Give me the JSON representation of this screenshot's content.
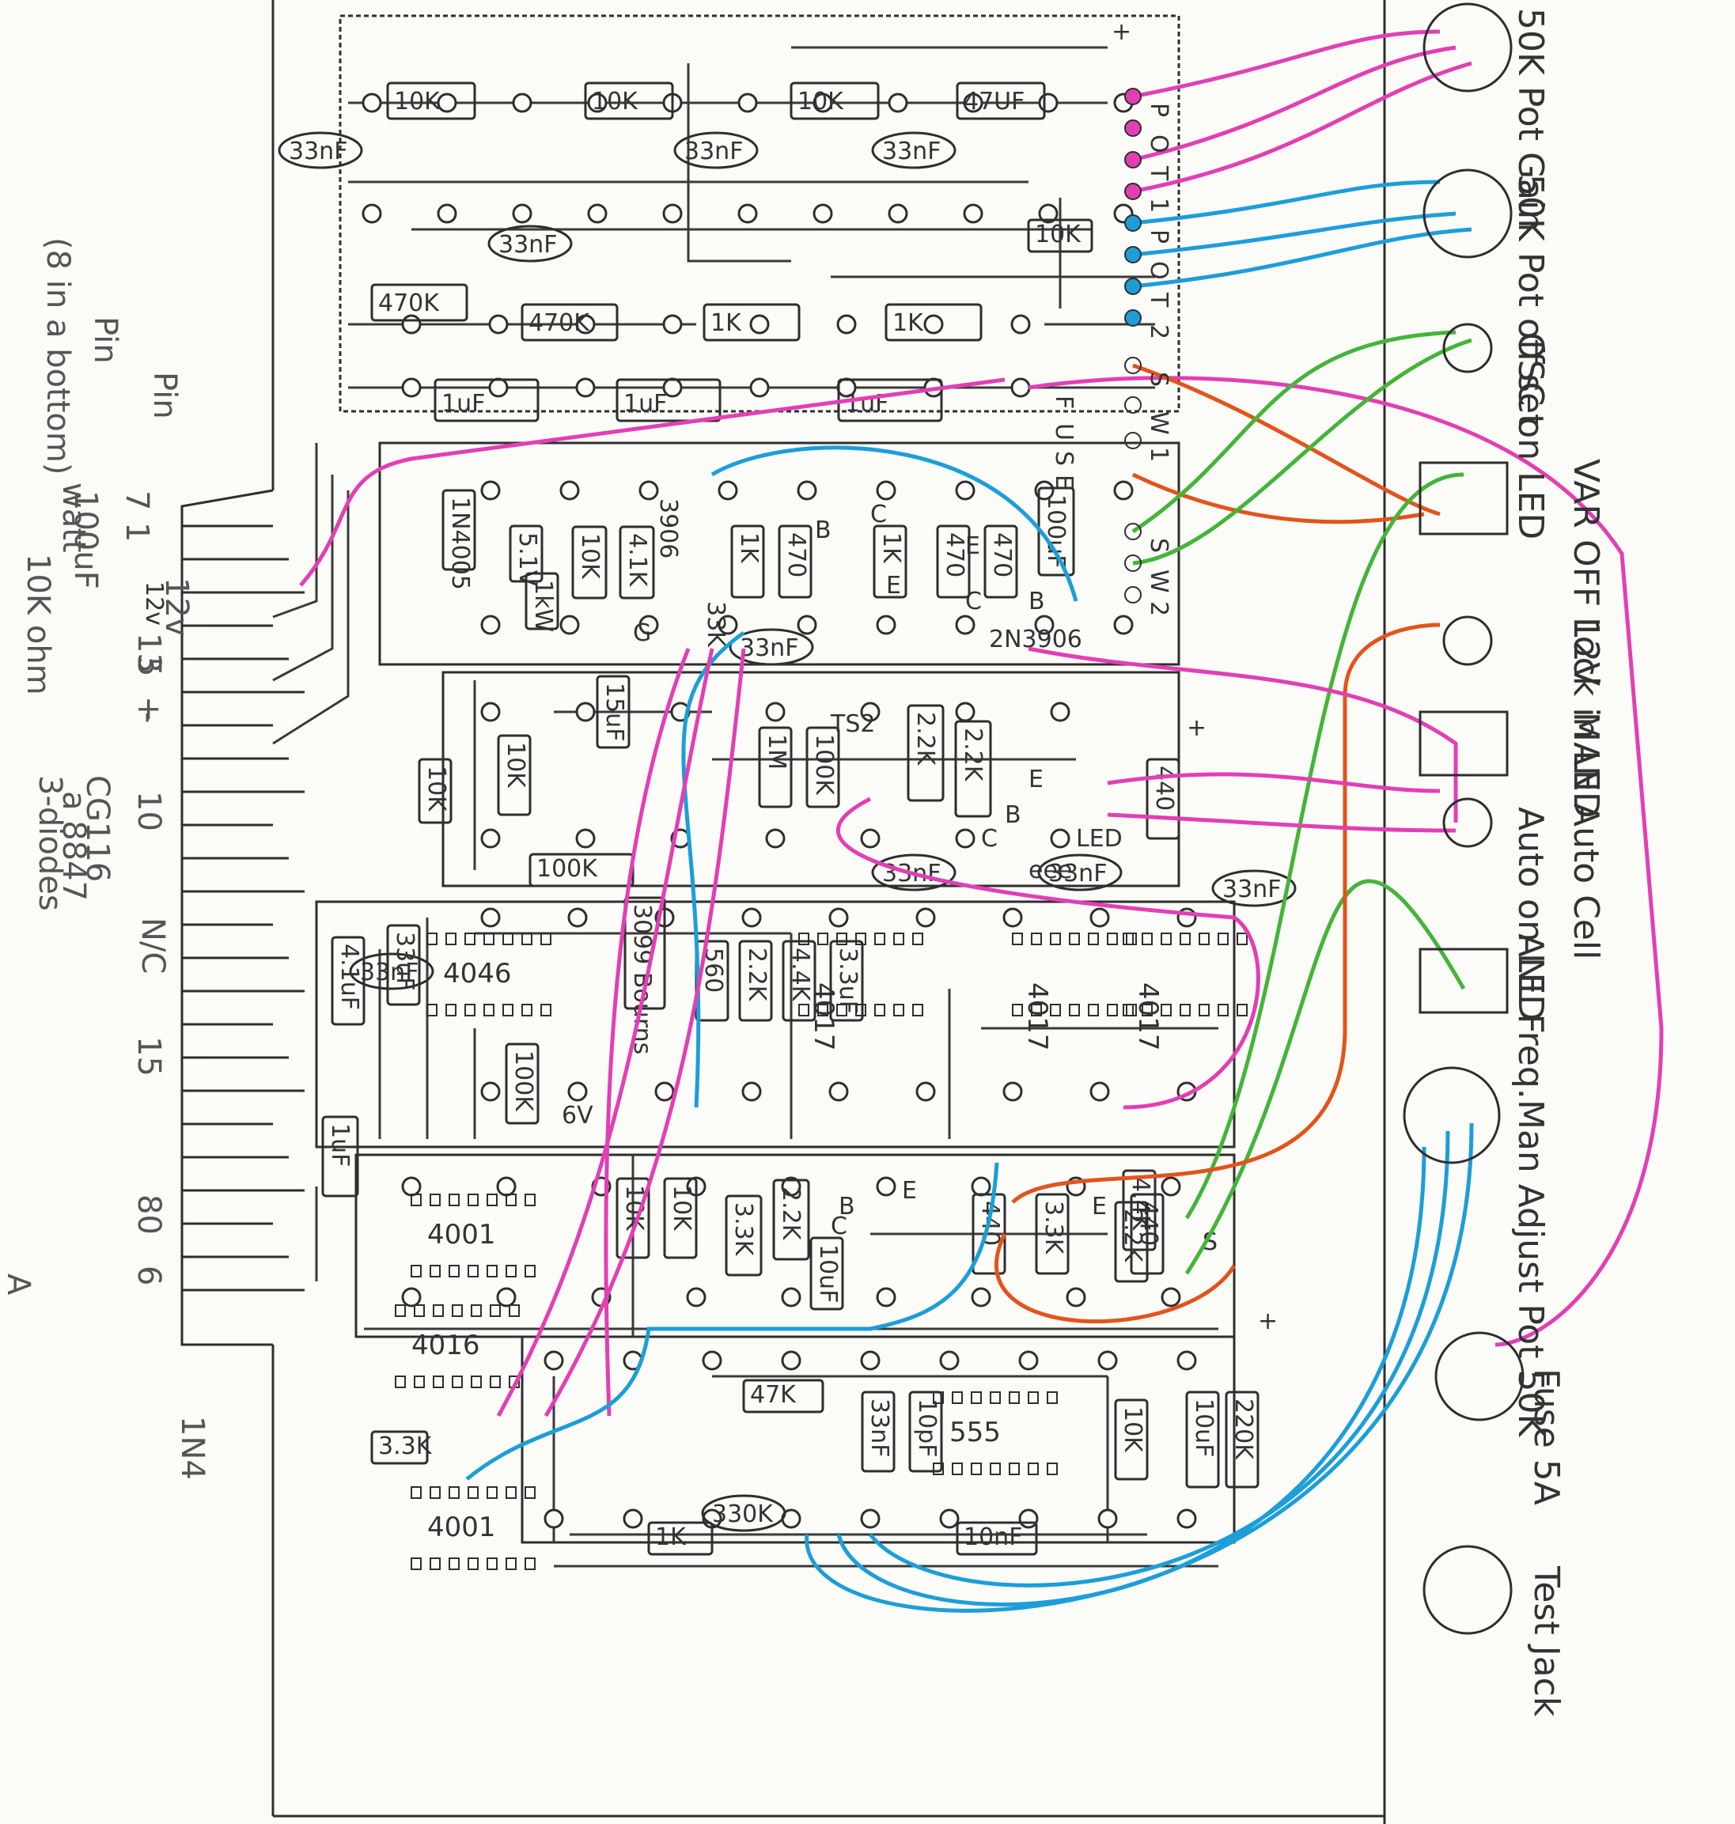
{
  "colors": {
    "paper": "#fbfbf8",
    "pencil": "#2e2e2e",
    "pink": "#e23fb4",
    "blue": "#1c9ed8",
    "green": "#44b43a",
    "orange": "#e2541c"
  },
  "top_block": {
    "row1": [
      "10K",
      "10K",
      "10K",
      "47UF"
    ],
    "row2": [
      "33nF",
      "33nF",
      "33nF"
    ],
    "row3": [
      "33nF",
      "10K"
    ],
    "row4": [
      "470K",
      "470K",
      "1K",
      "1K"
    ],
    "row5": [
      "1uF",
      "1uF",
      "1uF"
    ]
  },
  "pot_pins": [
    "P",
    "O",
    "T",
    "1",
    "P",
    "O",
    "T",
    "2"
  ],
  "switch_pins": [
    "S",
    "W",
    "1",
    "S",
    "W",
    "2"
  ],
  "fuse_pins": [
    "F",
    "U",
    "S",
    "E"
  ],
  "plus_sign": "+",
  "stage1": {
    "parts": [
      "1N4005",
      "5.1V",
      "1kW",
      "10K",
      "4.1K",
      "1K",
      "470",
      "1K",
      "470",
      "470",
      "100uF",
      "33nF"
    ],
    "transistors": [
      "2N3906",
      "3906",
      "B",
      "C",
      "E",
      "C",
      "E",
      "B",
      "G"
    ],
    "notes": [
      "12v",
      "33K"
    ]
  },
  "stage2": {
    "parts": [
      "15uF",
      "10K",
      "10K",
      "1M",
      "100K",
      "2.2K",
      "2.2K",
      "440",
      "100K",
      "33nF",
      "33nF",
      "33nF"
    ],
    "labels": [
      "TS2",
      "E",
      "B",
      "C",
      "LED",
      "eee"
    ]
  },
  "stage3": {
    "chips": [
      "4046",
      "4017",
      "4017",
      "4017"
    ],
    "parts": [
      "33nF",
      "4.1uF",
      "3099 Bourns",
      "560",
      "2.2K",
      "4.4K",
      "3.3uF",
      "100K",
      "6V"
    ]
  },
  "stage4": {
    "chips": [
      "4001",
      "4016",
      "4001",
      "555"
    ],
    "parts": [
      "3.3K",
      "1uF",
      "10K",
      "10K",
      "3.3K",
      "2.2K",
      "10uF",
      "440",
      "3.3K",
      "440",
      "4.4K",
      "2.2K",
      "33uF",
      "47K",
      "1K",
      "33nF",
      "10pF",
      "10nF",
      "10K",
      "10uF",
      "220K",
      "330K"
    ],
    "labels": [
      "B",
      "E",
      "C",
      "E",
      "S"
    ]
  },
  "edge_labels": [
    "Pin",
    "7",
    "1",
    "12v",
    "13",
    "5",
    "+",
    "-",
    "10",
    "N/C",
    "15",
    "80",
    "6",
    "A"
  ],
  "left_notes": [
    "Pin",
    "(8 in a bottom)",
    "100uF",
    "watt",
    "10K ohm",
    "CG116",
    "a 8847",
    "3-diodes",
    "1N4"
  ],
  "external": [
    {
      "label": "50K Pot Gain"
    },
    {
      "label": "50K Pot off set"
    },
    {
      "label": "OSC on LED"
    },
    {
      "label": "VAR OFF 12V"
    },
    {
      "label": "Lock in LED"
    },
    {
      "label": "MAN Auto Cell"
    },
    {
      "label": "Auto on LED"
    },
    {
      "label": "ANL Freq."
    },
    {
      "label": "Man Adjust Pot 50K"
    },
    {
      "label": "Fuse 5A"
    },
    {
      "label": "Test Jack"
    }
  ]
}
